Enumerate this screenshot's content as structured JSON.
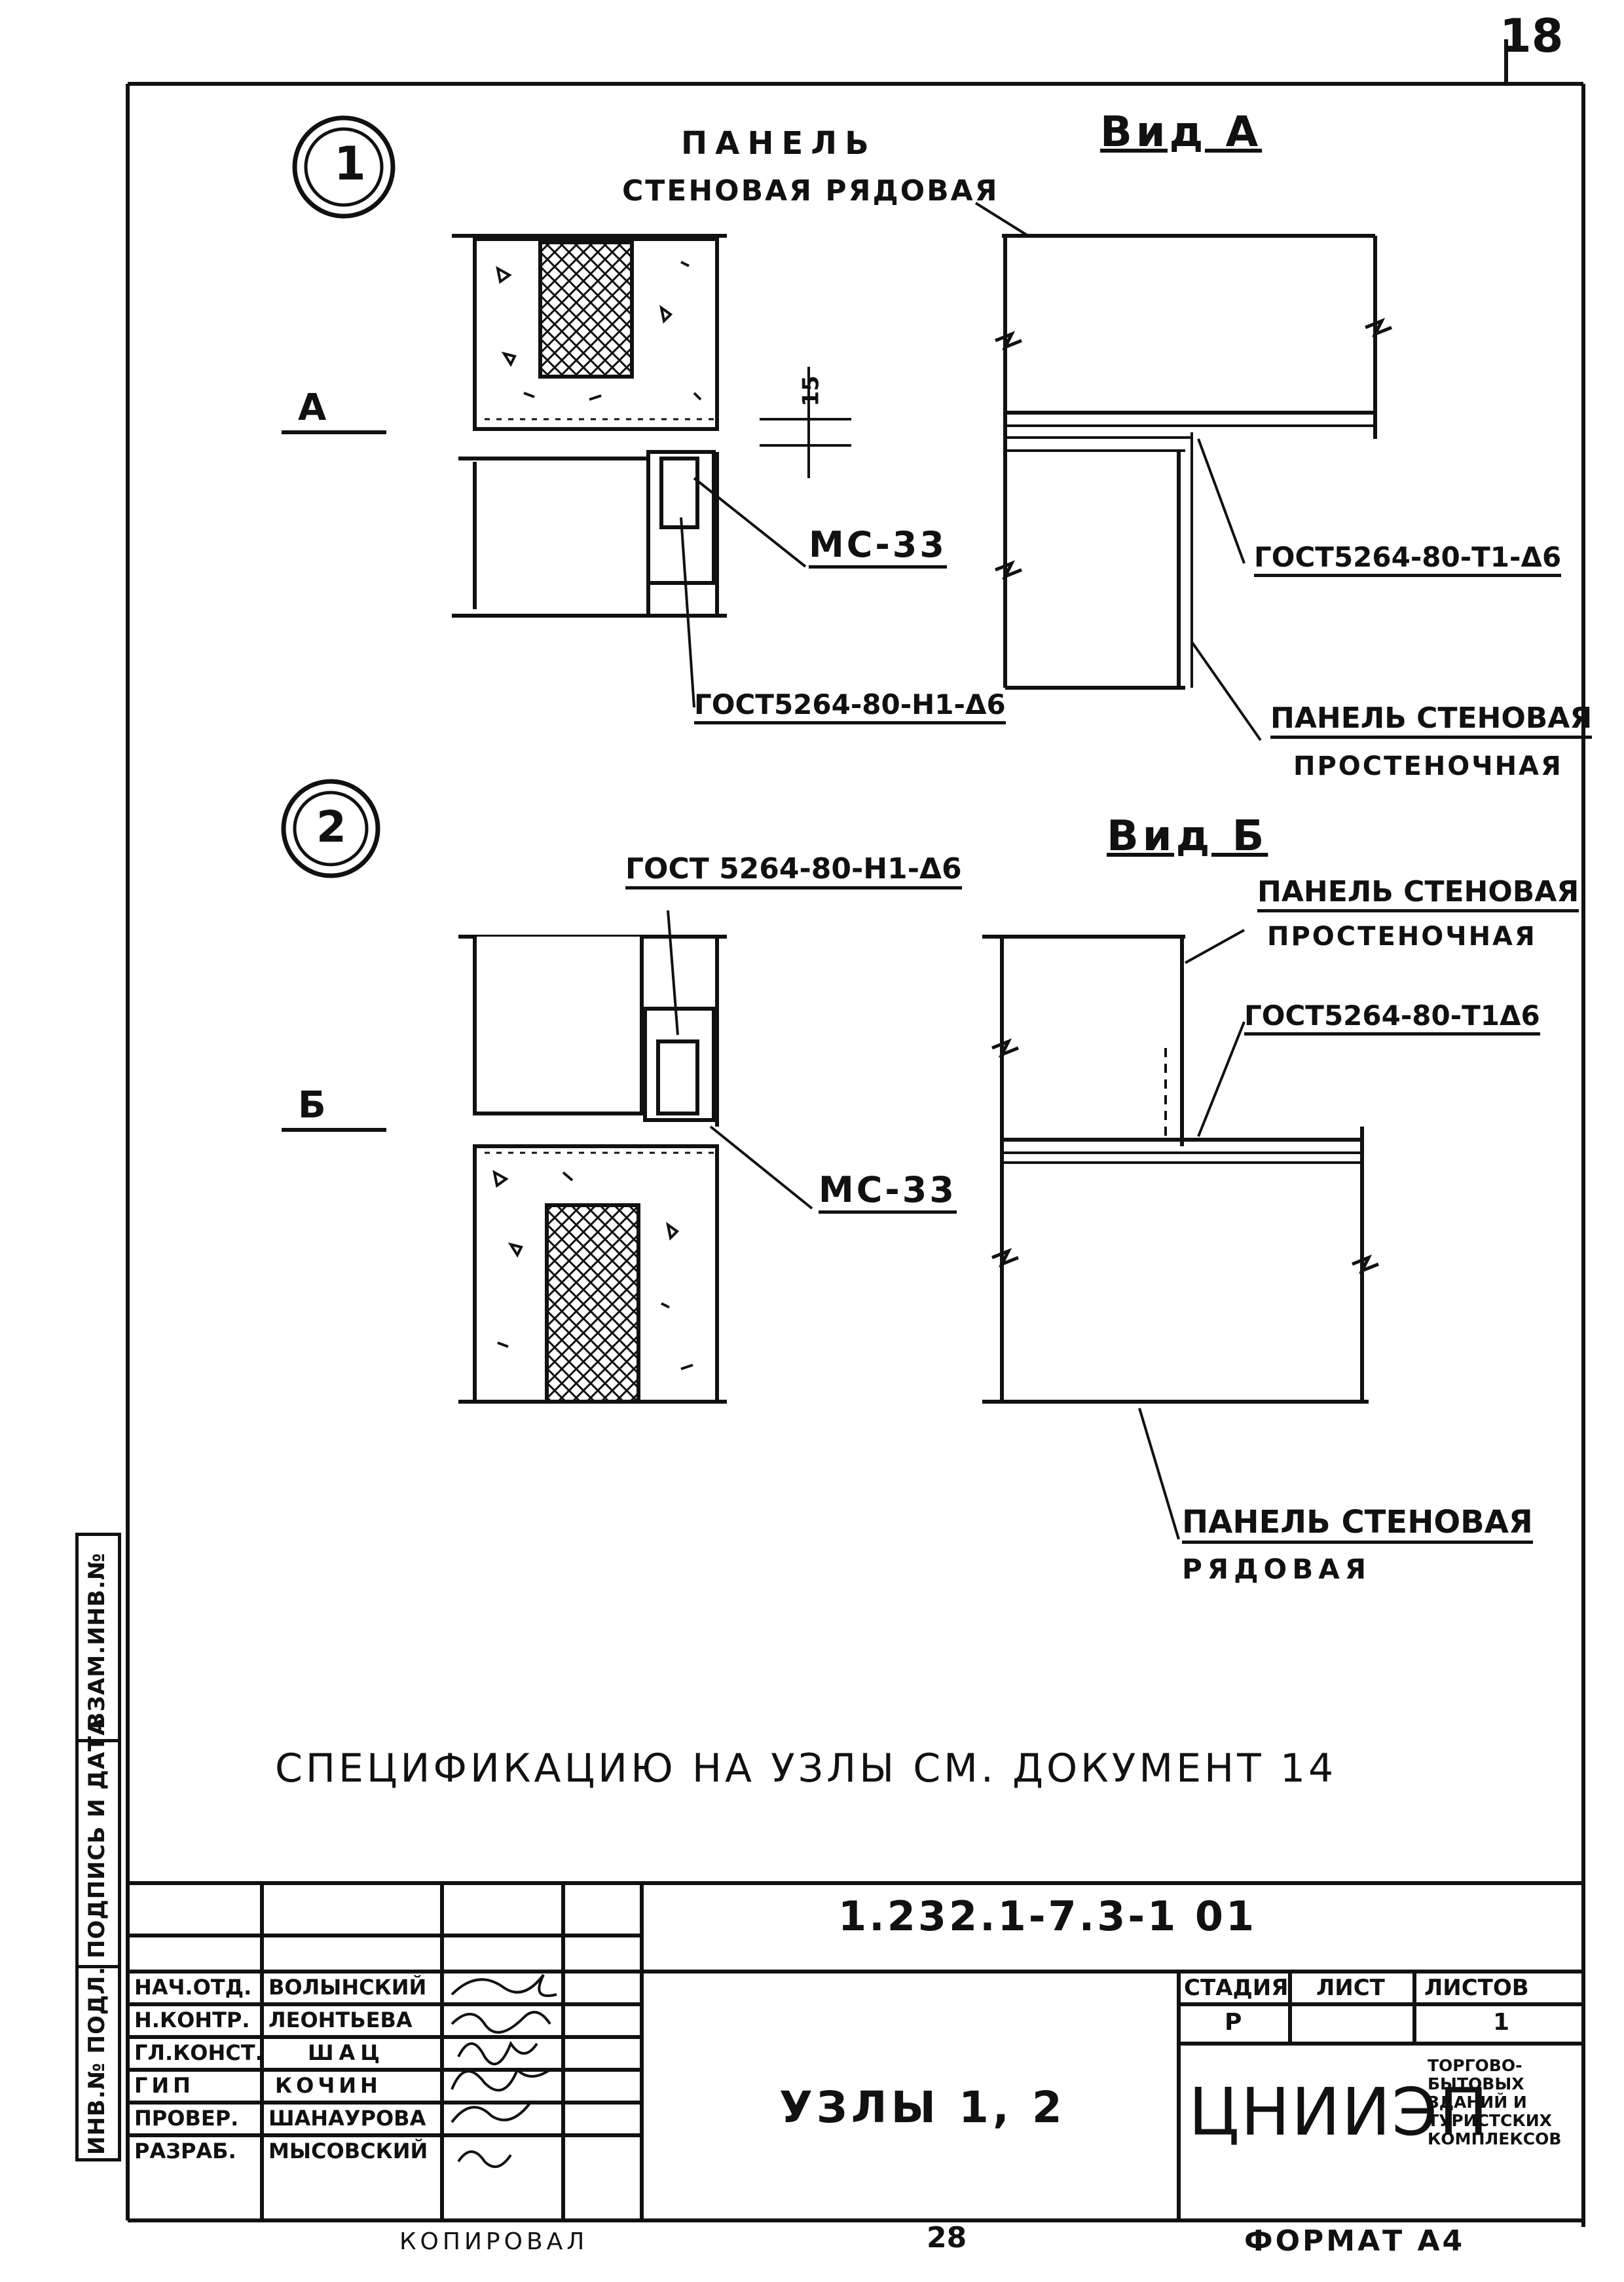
{
  "page_number": "18",
  "node1": {
    "number": "1",
    "panel_label_line1": "ПАНЕЛЬ",
    "panel_label_line2": "СТЕНОВАЯ РЯДОВАЯ",
    "view_title": "Вид А",
    "arrow_label": "А",
    "dimension": "15",
    "element": "МС-33",
    "weld_left": "ГОСТ5264-80-Н1-Δ6",
    "weld_right": "ГОСТ5264-80-Т1-Δ6",
    "panel_pier_line1": "ПАНЕЛЬ СТЕНОВАЯ",
    "panel_pier_line2": "ПРОСТЕНОЧНАЯ"
  },
  "node2": {
    "number": "2",
    "view_title": "Вид Б",
    "arrow_label": "Б",
    "weld_top": "ГОСТ 5264-80-Н1-Δ6",
    "panel_pier_line1": "ПАНЕЛЬ СТЕНОВАЯ",
    "panel_pier_line2": "ПРОСТЕНОЧНАЯ",
    "weld_right": "ГОСТ5264-80-Т1Δ6",
    "element": "МС-33",
    "panel_row_line1": "ПАНЕЛЬ СТЕНОВАЯ",
    "panel_row_line2": "РЯДОВАЯ"
  },
  "spec_note": "СПЕЦИФИКАЦИЮ НА УЗЛЫ СМ. ДОКУМЕНТ 14",
  "side_stamp": {
    "cell1": "ВЗАМ.ИНВ.№",
    "cell2": "ПОДПИСЬ И ДАТА",
    "cell3": "ИНВ.№ ПОДЛ."
  },
  "title_block": {
    "doc_code": "1.232.1-7.3-1 01",
    "title": "УЗЛЫ 1, 2",
    "stage_header": "СТАДИЯ",
    "sheet_header": "ЛИСТ",
    "sheets_header": "ЛИСТОВ",
    "stage_value": "Р",
    "sheet_value": "",
    "sheets_value": "1",
    "org_name": "ЦНИИЭП",
    "org_subtitle": [
      "ТОРГОВО-",
      "БЫТОВЫХ",
      "ЗДАНИЙ И",
      "ТУРИСТСКИХ",
      "КОМПЛЕКСОВ"
    ],
    "people": [
      {
        "role": "НАЧ.ОТД.",
        "name": "ВОЛЫНСКИЙ"
      },
      {
        "role": "Н.КОНТР.",
        "name": "ЛЕОНТЬЕВА"
      },
      {
        "role": "ГЛ.КОНСТ.",
        "name": "ШАЦ"
      },
      {
        "role": "ГИП",
        "name": "КОЧИН"
      },
      {
        "role": "ПРОВЕР.",
        "name": "ШАНАУРОВА"
      },
      {
        "role": "РАЗРАБ.",
        "name": "МЫСОВСКИЙ"
      }
    ]
  },
  "footer": {
    "copied": "КОПИРОВАЛ",
    "number": "28",
    "format": "ФОРМАТ А4"
  }
}
